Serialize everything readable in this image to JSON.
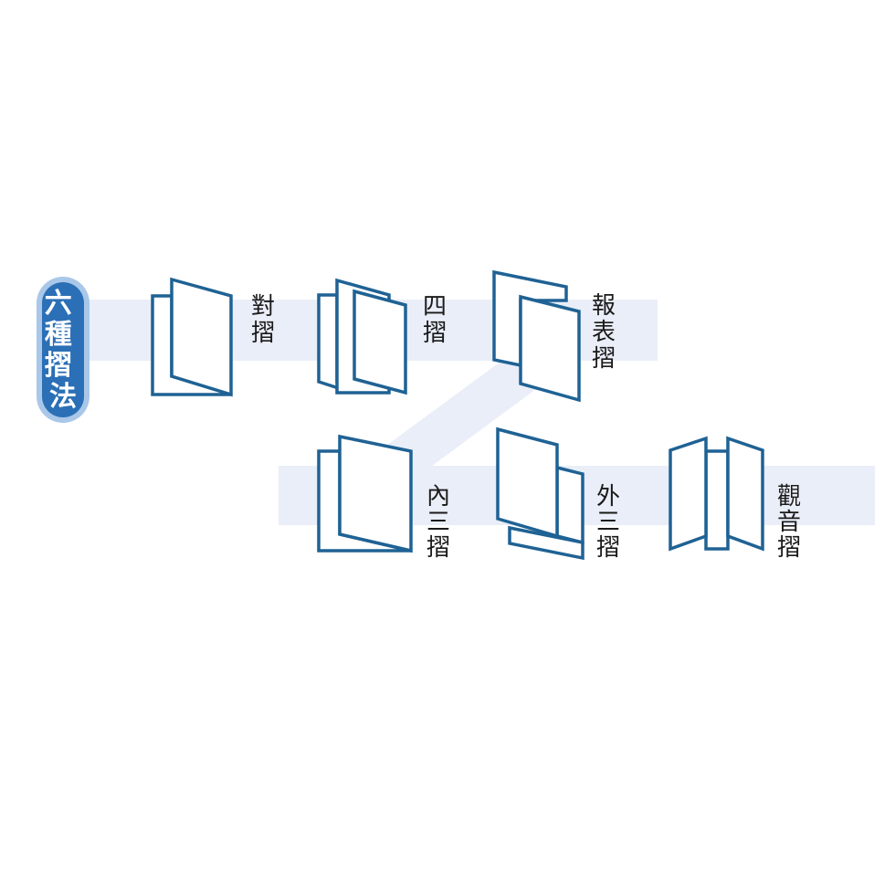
{
  "title": "六種摺法",
  "colors": {
    "band": "#e9eef8",
    "badge_fill": "#2b6fb6",
    "badge_border": "#a9c7e8",
    "stroke": "#1f6294"
  },
  "folds": [
    {
      "id": "fold-half",
      "label": "對摺"
    },
    {
      "id": "fold-quarter",
      "label": "四摺"
    },
    {
      "id": "fold-newspaper",
      "label": "報表摺"
    },
    {
      "id": "fold-inner-tri",
      "label": "內三摺"
    },
    {
      "id": "fold-outer-tri",
      "label": "外三摺"
    },
    {
      "id": "fold-gate",
      "label": "觀音摺"
    }
  ]
}
